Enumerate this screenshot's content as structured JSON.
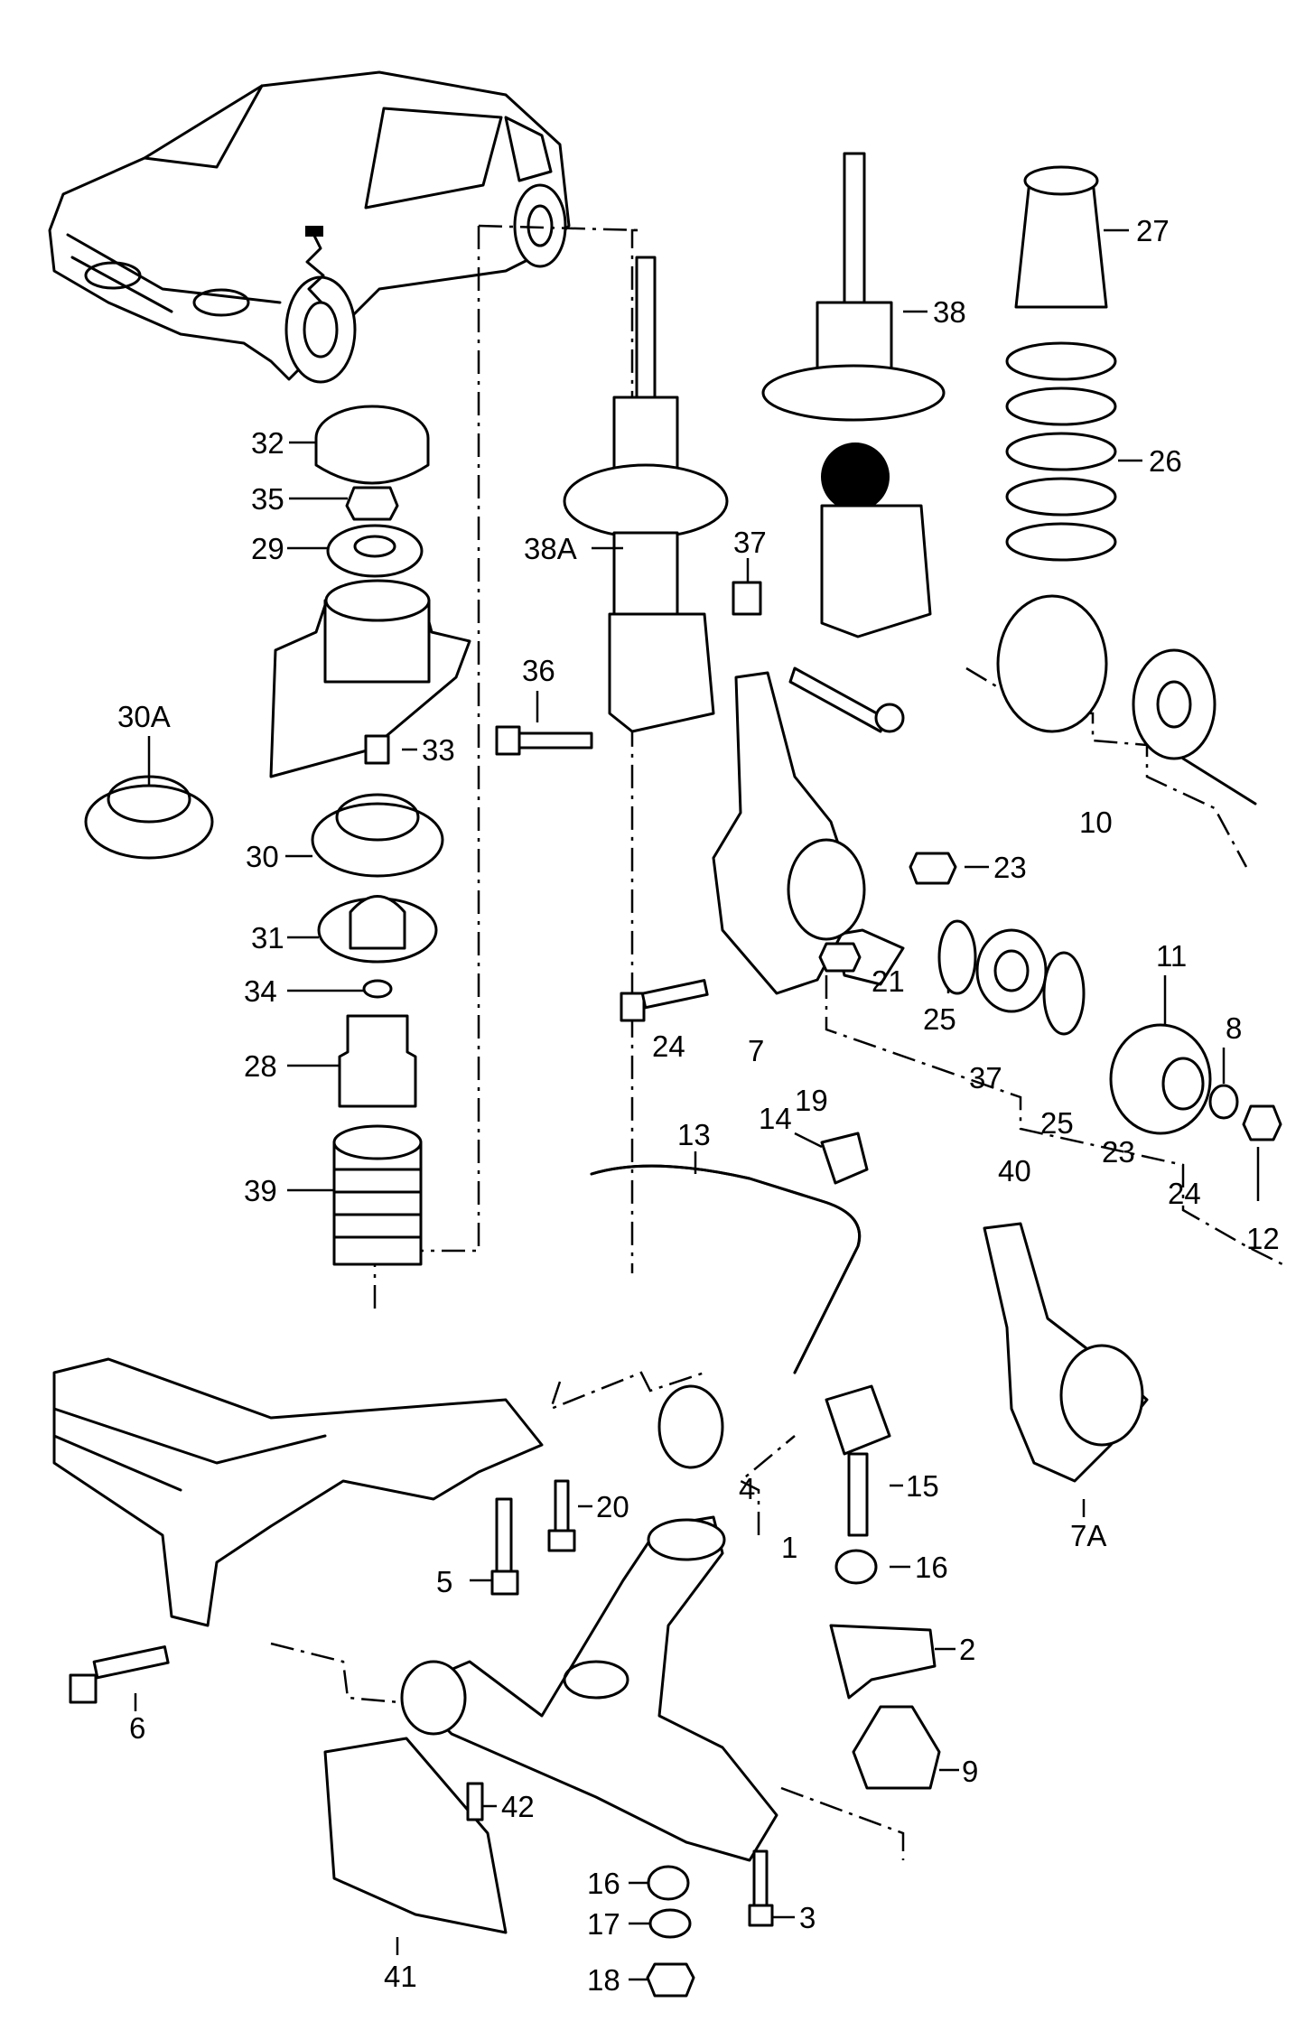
{
  "labels": {
    "l1": "1",
    "l2": "2",
    "l3": "3",
    "l4": "4",
    "l5": "5",
    "l6": "6",
    "l7": "7",
    "l7a": "7A",
    "l8": "8",
    "l9": "9",
    "l10": "10",
    "l11": "11",
    "l12": "12",
    "l13": "13",
    "l14": "14",
    "l15": "15",
    "l16a": "16",
    "l16b": "16",
    "l17": "17",
    "l18": "18",
    "l19": "19",
    "l20": "20",
    "l21": "21",
    "l23a": "23",
    "l23b": "23",
    "l24a": "24",
    "l24b": "24",
    "l25a": "25",
    "l25b": "25",
    "l26": "26",
    "l27": "27",
    "l28": "28",
    "l29": "29",
    "l30": "30",
    "l30a": "30A",
    "l31": "31",
    "l32": "32",
    "l33": "33",
    "l34": "34",
    "l35": "35",
    "l36": "36",
    "l37a": "37",
    "l37b": "37",
    "l38": "38",
    "l38a": "38A",
    "l39": "39",
    "l40": "40",
    "l41": "41",
    "l42": "42"
  }
}
